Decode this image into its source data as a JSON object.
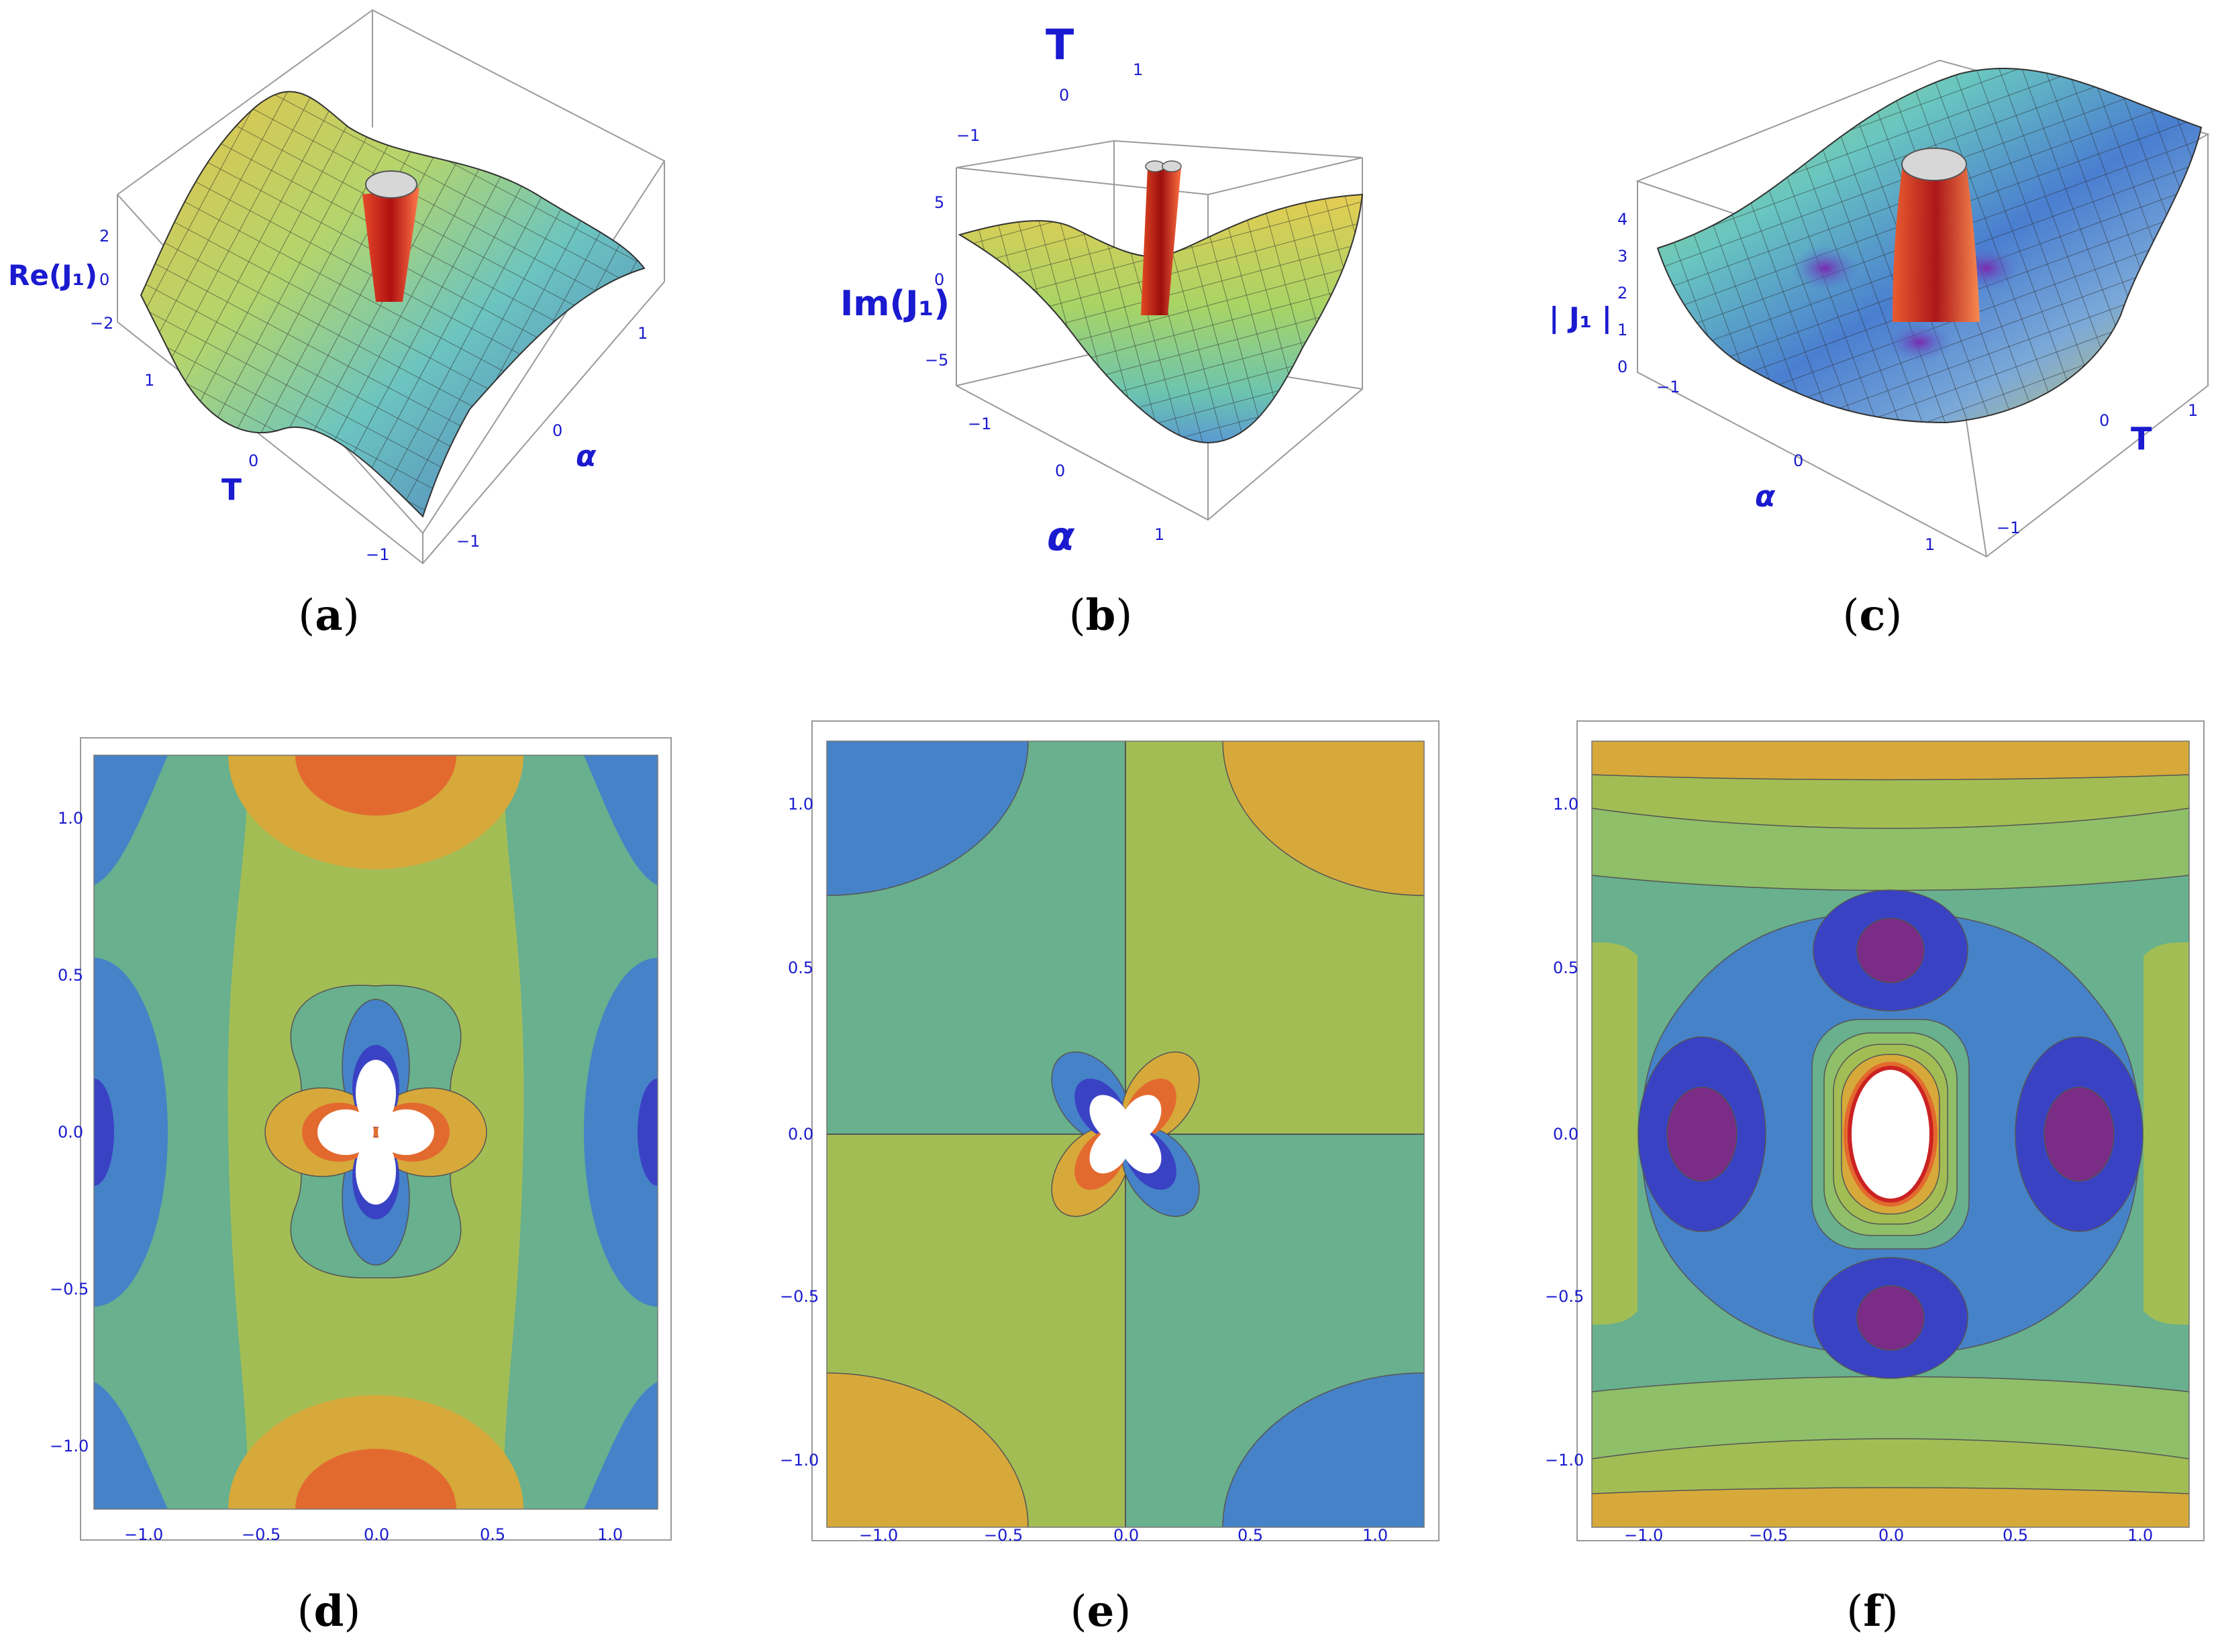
{
  "colors": {
    "tick": "#1a1ad0",
    "frame": "#9a9a9a",
    "contour_levels": [
      "#5b2a86",
      "#7a2c86",
      "#3a42c4",
      "#4682c8",
      "#68b08e",
      "#a3bd55",
      "#d6a93a",
      "#e36a2f"
    ]
  },
  "chart_data": [
    {
      "id": "a",
      "type": "surface",
      "caption_label": "a",
      "axis_labels": {
        "z": "Re(J1)",
        "x": "T",
        "y": "α"
      },
      "z_ticks": [
        "2",
        "0",
        "−2"
      ],
      "x_ticks": [
        "1",
        "0",
        "−1"
      ],
      "y_ticks": [
        "1",
        "0",
        "−1"
      ]
    },
    {
      "id": "b",
      "type": "surface",
      "caption_label": "b",
      "axis_labels": {
        "z": "Im(J1)",
        "x": "α",
        "y": "T"
      },
      "z_ticks": [
        "5",
        "0",
        "−5"
      ],
      "x_ticks": [
        "−1",
        "0",
        "1"
      ],
      "y_ticks": [
        "−1",
        "0",
        "1"
      ]
    },
    {
      "id": "c",
      "type": "surface",
      "caption_label": "c",
      "axis_labels": {
        "z": "| J1 |",
        "x": "α",
        "y": "T"
      },
      "z_ticks": [
        "4",
        "3",
        "2",
        "1",
        "0"
      ],
      "x_ticks": [
        "−1",
        "0",
        "1"
      ],
      "y_ticks": [
        "1",
        "0",
        "−1"
      ]
    },
    {
      "id": "d",
      "type": "contour",
      "caption_label": "d",
      "xlim": [
        -1.2,
        1.2
      ],
      "ylim": [
        -1.2,
        1.2
      ],
      "x_ticks": [
        "−1.0",
        "−0.5",
        "0.0",
        "0.5",
        "1.0"
      ],
      "y_ticks": [
        "1.0",
        "0.5",
        "0.0",
        "−0.5",
        "−1.0"
      ]
    },
    {
      "id": "e",
      "type": "contour",
      "caption_label": "e",
      "xlim": [
        -1.2,
        1.2
      ],
      "ylim": [
        -1.2,
        1.2
      ],
      "x_ticks": [
        "−1.0",
        "−0.5",
        "0.0",
        "0.5",
        "1.0"
      ],
      "y_ticks": [
        "1.0",
        "0.5",
        "0.0",
        "−0.5",
        "−1.0"
      ]
    },
    {
      "id": "f",
      "type": "contour",
      "caption_label": "f",
      "xlim": [
        -1.2,
        1.2
      ],
      "ylim": [
        -1.2,
        1.2
      ],
      "x_ticks": [
        "−1.0",
        "−0.5",
        "0.0",
        "0.5",
        "1.0"
      ],
      "y_ticks": [
        "1.0",
        "0.5",
        "0.0",
        "−0.5",
        "−1.0"
      ]
    }
  ]
}
